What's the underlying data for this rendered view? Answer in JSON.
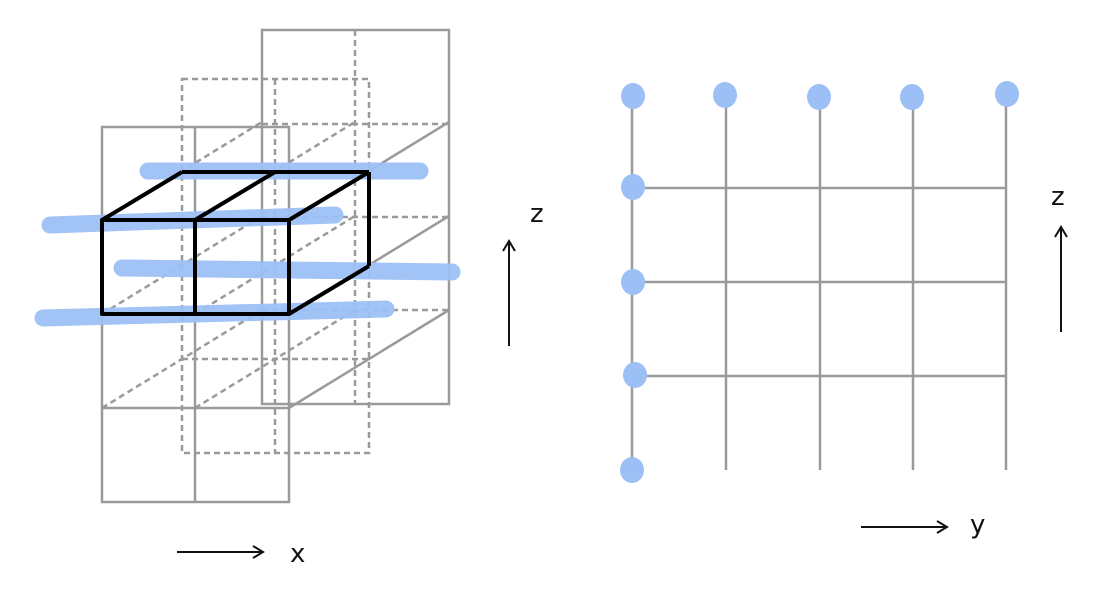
{
  "colors": {
    "grid": "#9a9a9a",
    "cell_outline": "#000000",
    "highlight": "#9cc0f5",
    "arrow": "#111111",
    "background": "#ffffff"
  },
  "left_panel": {
    "x_axis_label": "x",
    "z_axis_label": "z"
  },
  "right_panel": {
    "y_axis_label": "y",
    "z_axis_label": "z"
  }
}
